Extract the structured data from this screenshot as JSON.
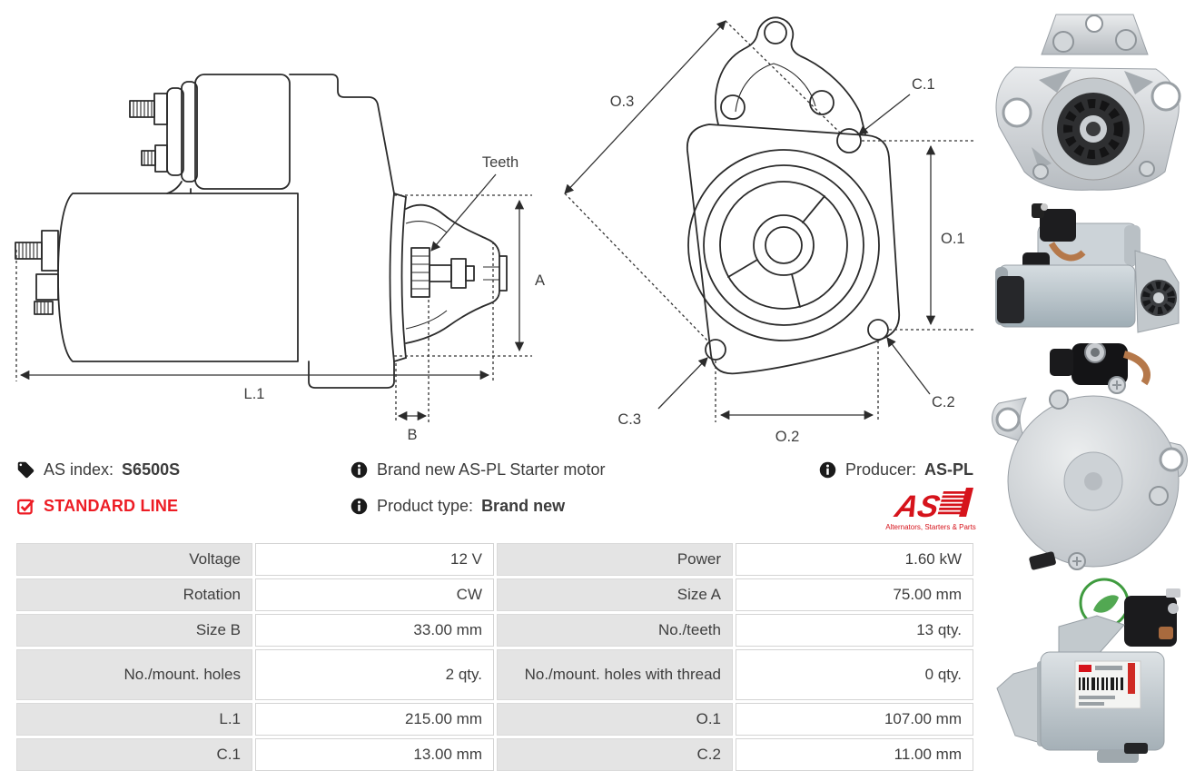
{
  "info": {
    "as_index_label": "AS index:",
    "as_index_value": "S6500S",
    "standard_line": "STANDARD LINE",
    "description": "Brand new AS-PL Starter motor",
    "product_type_label": "Product type:",
    "product_type_value": "Brand new",
    "producer_label": "Producer:",
    "producer_value": "AS-PL"
  },
  "logo": {
    "wordmark": "AS",
    "tagline": "Alternators, Starters & Parts"
  },
  "colors": {
    "accent_red": "#ed1c24",
    "logo_red": "#d6131b",
    "table_label_bg": "#e4e4e4",
    "line_color": "#2b2b2b"
  },
  "diagrams": {
    "side": {
      "teeth": "Teeth",
      "a": "A",
      "l1": "L.1",
      "b": "B"
    },
    "front": {
      "o1": "O.1",
      "o2": "O.2",
      "o3": "O.3",
      "c1": "C.1",
      "c2": "C.2",
      "c3": "C.3"
    }
  },
  "spec_table": {
    "rows": [
      {
        "label_left": "Voltage",
        "value_left": "12 V",
        "label_right": "Power",
        "value_right": "1.60 kW"
      },
      {
        "label_left": "Rotation",
        "value_left": "CW",
        "label_right": "Size A",
        "value_right": "75.00 mm"
      },
      {
        "label_left": "Size B",
        "value_left": "33.00 mm",
        "label_right": "No./teeth",
        "value_right": "13 qty."
      },
      {
        "label_left": "No./mount. holes",
        "value_left": "2 qty.",
        "label_right": "No./mount. holes with thread",
        "value_right": "0 qty."
      },
      {
        "label_left": "L.1",
        "value_left": "215.00 mm",
        "label_right": "O.1",
        "value_right": "107.00 mm"
      },
      {
        "label_left": "C.1",
        "value_left": "13.00 mm",
        "label_right": "C.2",
        "value_right": "11.00 mm"
      }
    ]
  }
}
